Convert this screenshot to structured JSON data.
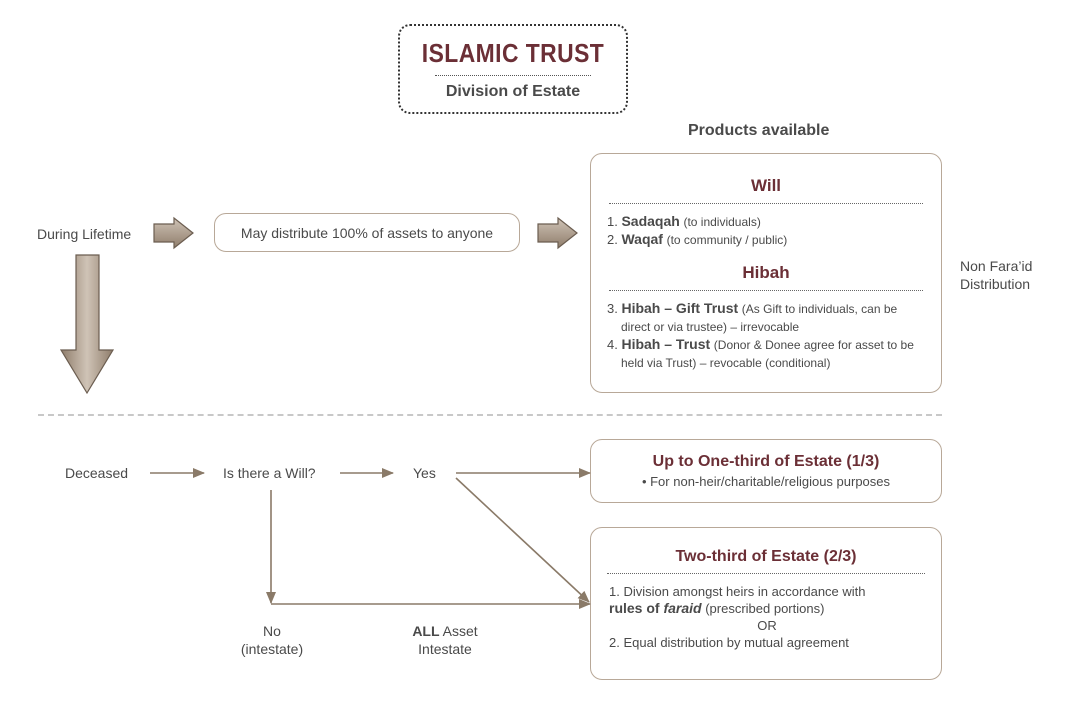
{
  "header": {
    "title": "ISLAMIC TRUST",
    "subtitle": "Division of Estate"
  },
  "products_heading": "Products available",
  "lifetime": {
    "label": "During Lifetime",
    "distribute_box": "May distribute 100% of assets to anyone"
  },
  "products": {
    "will_heading": "Will",
    "will_items": [
      {
        "num": "1.",
        "name": "Sadaqah",
        "desc": "(to individuals)"
      },
      {
        "num": "2.",
        "name": "Waqaf",
        "desc": "(to community / public)"
      }
    ],
    "hibah_heading": "Hibah",
    "hibah_items": [
      {
        "num": "3.",
        "name": "Hibah – Gift Trust",
        "desc1": "(As Gift to individuals, can be",
        "desc2": "direct or via trustee) – irrevocable"
      },
      {
        "num": "4.",
        "name": "Hibah – Trust",
        "desc1": "(Donor & Donee agree for asset to be",
        "desc2": "held via Trust) – revocable (conditional)"
      }
    ]
  },
  "non_faraid": {
    "line1": "Non Fara’id",
    "line2": "Distribution"
  },
  "deceased_flow": {
    "deceased": "Deceased",
    "question": "Is there a Will?",
    "yes": "Yes",
    "no_line1": "No",
    "no_line2": "(intestate)",
    "all_bold": "ALL",
    "all_rest": " Asset",
    "all_line2": "Intestate"
  },
  "one_third": {
    "heading": "Up to One-third of Estate (1/3)",
    "bullet": "• For non-heir/charitable/religious purposes"
  },
  "two_third": {
    "heading": "Two-third of Estate (2/3)",
    "item1_a": "1. Division amongst heirs in accordance with",
    "item1_b_bold": "rules of ",
    "item1_b_italic": "faraid",
    "item1_b_rest": " (prescribed portions)",
    "or": "OR",
    "item2": "2. Equal distribution by mutual agreement"
  },
  "colors": {
    "maroon": "#6b2f36",
    "arrow": "#8a7a68",
    "box_border": "#b8a898"
  }
}
